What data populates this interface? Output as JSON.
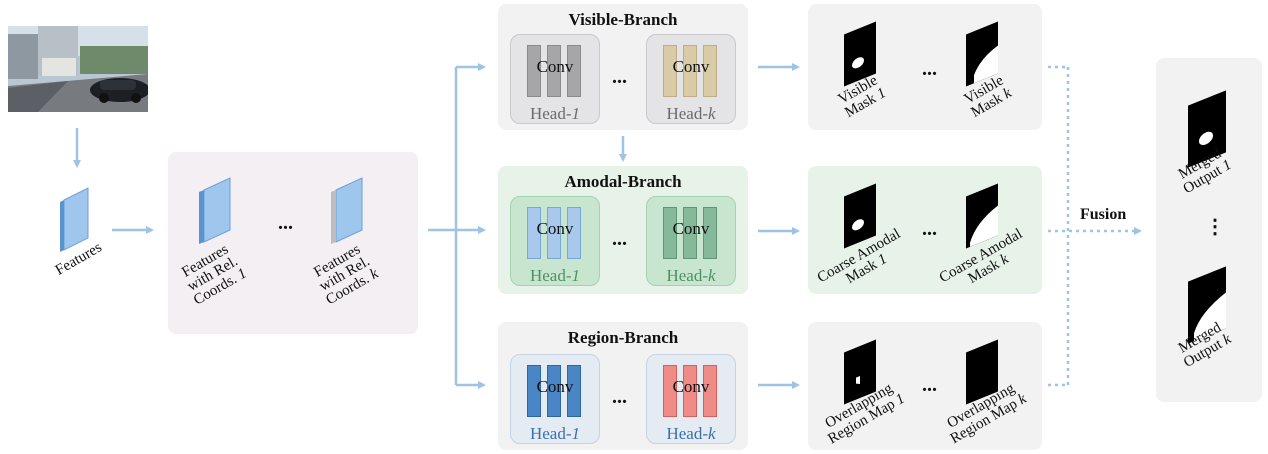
{
  "input_photo": {
    "alt": "street scene photo"
  },
  "features": {
    "label": "Features"
  },
  "rel_coords": {
    "item1": {
      "l1": "Features",
      "l2": "with Rel.",
      "l3": "Coords. ",
      "idx": "1"
    },
    "itemk": {
      "l1": "Features",
      "l2": "with Rel.",
      "l3": "Coords. ",
      "idx": "k"
    },
    "dots": "..."
  },
  "visible_branch": {
    "title": "Visible-Branch",
    "conv": "Conv",
    "head1": {
      "prefix": "Head-",
      "idx": "1"
    },
    "headk": {
      "prefix": "Head-",
      "idx": "k"
    },
    "dots": "..."
  },
  "amodal_branch": {
    "title": "Amodal-Branch",
    "conv": "Conv",
    "head1": {
      "prefix": "Head-",
      "idx": "1"
    },
    "headk": {
      "prefix": "Head-",
      "idx": "k"
    },
    "dots": "..."
  },
  "region_branch": {
    "title": "Region-Branch",
    "conv": "Conv",
    "head1": {
      "prefix": "Head-",
      "idx": "1"
    },
    "headk": {
      "prefix": "Head-",
      "idx": "k"
    },
    "dots": "..."
  },
  "visible_masks": {
    "m1": {
      "l1": "Visible",
      "l2": "Mask ",
      "idx": "1"
    },
    "mk": {
      "l1": "Visible",
      "l2": "Mask ",
      "idx": "k"
    },
    "dots": "..."
  },
  "amodal_masks": {
    "m1": {
      "l1": "Coarse Amodal",
      "l2": "Mask ",
      "idx": "1"
    },
    "mk": {
      "l1": "Coarse Amodal",
      "l2": "Mask ",
      "idx": "k"
    },
    "dots": "..."
  },
  "region_maps": {
    "m1": {
      "l1": "Overlapping",
      "l2": "Region Map ",
      "idx": "1"
    },
    "mk": {
      "l1": "Overlapping",
      "l2": "Region Map ",
      "idx": "k"
    },
    "dots": "..."
  },
  "fusion": {
    "label": "Fusion"
  },
  "merged": {
    "o1": {
      "l1": "Merged",
      "l2": "Output ",
      "idx": "1"
    },
    "ok": {
      "l1": "Merged",
      "l2": "Output ",
      "idx": "k"
    },
    "dots": "⋮"
  },
  "colors": {
    "arrow": "#9fc3e4",
    "panel_gray": "#f2f2f3",
    "panel_pink": "#f3eff3",
    "panel_green": "#e7f2e9",
    "visible_head1_bars": "#a6a6a8",
    "visible_headk_bars": "#d9cba6",
    "amodal_head1_bars": "#a9c9ec",
    "amodal_headk_bars": "#86b89a",
    "region_head1_bars": "#4a86c5",
    "region_headk_bars": "#f08c88"
  }
}
